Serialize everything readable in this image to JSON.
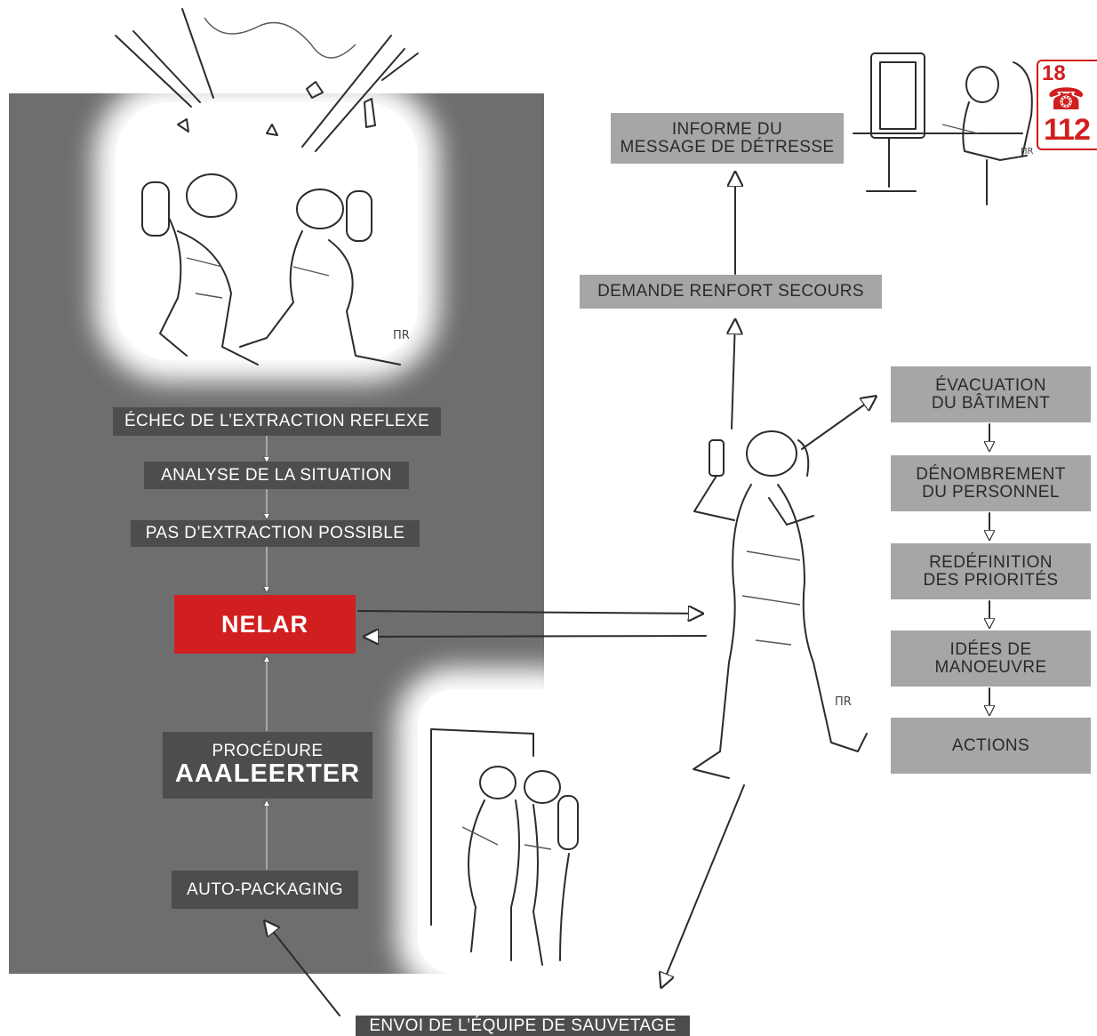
{
  "left_flow": {
    "echec": "ÉCHEC DE L’EXTRACTION REFLEXE",
    "analyse": "ANALYSE DE LA SITUATION",
    "pas_extraction": "PAS D’EXTRACTION POSSIBLE",
    "nelar": "NELAR",
    "procedure_line1": "PROCÉDURE",
    "procedure_line2": "AAALEERTER",
    "auto_packaging": "AUTO-PACKAGING"
  },
  "bottom": {
    "envoi": "ENVOI DE L’ÉQUIPE DE SAUVETAGE"
  },
  "center_flow": {
    "demande": "DEMANDE RENFORT SECOURS",
    "informe_line1": "INFORME DU",
    "informe_line2": "MESSAGE DE DÉTRESSE"
  },
  "right_flow": {
    "evacuation_line1": "ÉVACUATION",
    "evacuation_line2": "DU BÂTIMENT",
    "denombrement_line1": "DÉNOMBREMENT",
    "denombrement_line2": "DU PERSONNEL",
    "redefinition_line1": "REDÉFINITION",
    "redefinition_line2": "DES PRIORITÉS",
    "idees_line1": "IDÉES DE",
    "idees_line2": "MANOEUVRE",
    "actions": "ACTIONS"
  },
  "badge": {
    "number_top": "18",
    "number_bottom": "112",
    "icon": "phone-icon"
  },
  "sketch_signature": "ΠR",
  "colors": {
    "panel": "#6e6e6e",
    "dark_box": "#4d4d4d",
    "light_box": "#a6a6a6",
    "accent_red": "#d11e1e"
  }
}
